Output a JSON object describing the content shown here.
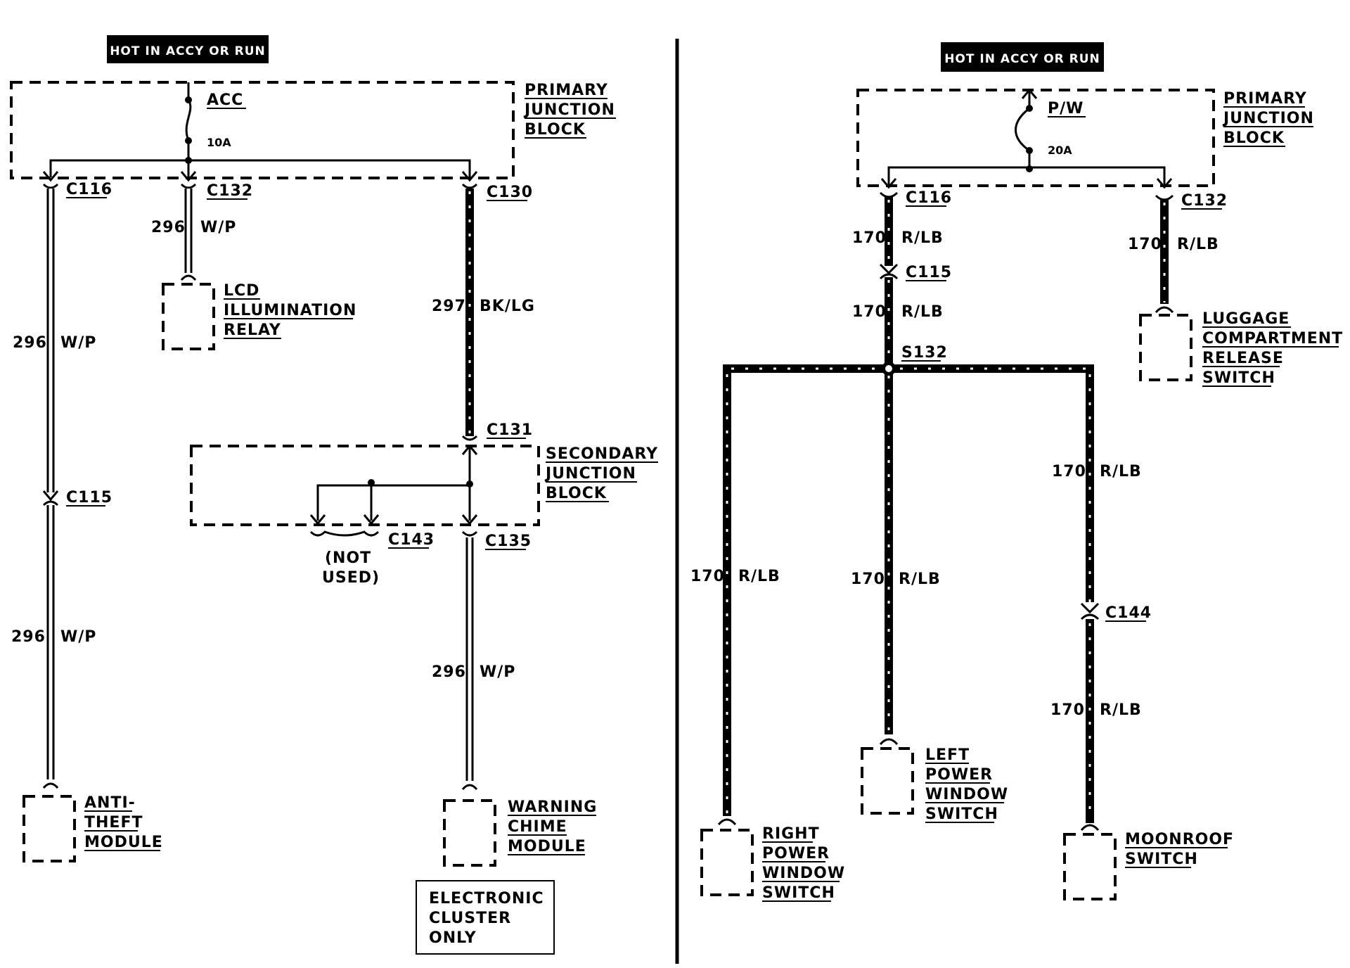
{
  "left": {
    "hot_label": "HOT IN ACCY OR RUN",
    "pjb": {
      "lines": [
        "PRIMARY",
        "JUNCTION",
        "BLOCK"
      ]
    },
    "fuse": {
      "name": "ACC",
      "rating": "10A"
    },
    "connectors": {
      "c116": "C116",
      "c132": "C132",
      "c130": "C130",
      "c131": "C131",
      "c115": "C115",
      "c143": "C143",
      "c135": "C135"
    },
    "wires": {
      "w296_lcd": {
        "circuit": "296",
        "color": "W/P"
      },
      "w296_top": {
        "circuit": "296",
        "color": "W/P"
      },
      "w296_bottom": {
        "circuit": "296",
        "color": "W/P"
      },
      "w297": {
        "circuit": "297",
        "color": "BK/LG"
      },
      "w296_chime": {
        "circuit": "296",
        "color": "W/P"
      }
    },
    "lcd_relay": {
      "lines": [
        "LCD",
        "ILLUMINATION",
        "RELAY"
      ]
    },
    "sjb": {
      "lines": [
        "SECONDARY",
        "JUNCTION",
        "BLOCK"
      ]
    },
    "not_used": {
      "lines": [
        "(NOT",
        "USED)"
      ]
    },
    "anti_theft": {
      "lines": [
        "ANTI-",
        "THEFT",
        "MODULE"
      ]
    },
    "chime": {
      "lines": [
        "WARNING",
        "CHIME",
        "MODULE"
      ]
    },
    "cluster_note": {
      "lines": [
        "ELECTRONIC",
        "CLUSTER",
        "ONLY"
      ]
    }
  },
  "right": {
    "hot_label": "HOT IN ACCY OR RUN",
    "pjb": {
      "lines": [
        "PRIMARY",
        "JUNCTION",
        "BLOCK"
      ]
    },
    "fuse": {
      "name": "P/W",
      "rating": "20A"
    },
    "connectors": {
      "c116": "C116",
      "c132": "C132",
      "c115": "C115",
      "s132": "S132",
      "c144": "C144"
    },
    "wires": {
      "w_c116": {
        "circuit": "170",
        "color": "R/LB"
      },
      "w_c132": {
        "circuit": "170",
        "color": "R/LB"
      },
      "w_c115": {
        "circuit": "170",
        "color": "R/LB"
      },
      "w_right_pw": {
        "circuit": "170",
        "color": "R/LB"
      },
      "w_left_pw": {
        "circuit": "170",
        "color": "R/LB"
      },
      "w_moon_top": {
        "circuit": "170",
        "color": "R/LB"
      },
      "w_moon_bottom": {
        "circuit": "170",
        "color": "R/LB"
      }
    },
    "luggage": {
      "lines": [
        "LUGGAGE",
        "COMPARTMENT",
        "RELEASE",
        "SWITCH"
      ]
    },
    "right_pw": {
      "lines": [
        "RIGHT",
        "POWER",
        "WINDOW",
        "SWITCH"
      ]
    },
    "left_pw": {
      "lines": [
        "LEFT",
        "POWER",
        "WINDOW",
        "SWITCH"
      ]
    },
    "moonroof": {
      "lines": [
        "MOONROOF",
        "SWITCH"
      ]
    }
  },
  "colors": {
    "ink": "#000000",
    "paper": "#ffffff"
  }
}
